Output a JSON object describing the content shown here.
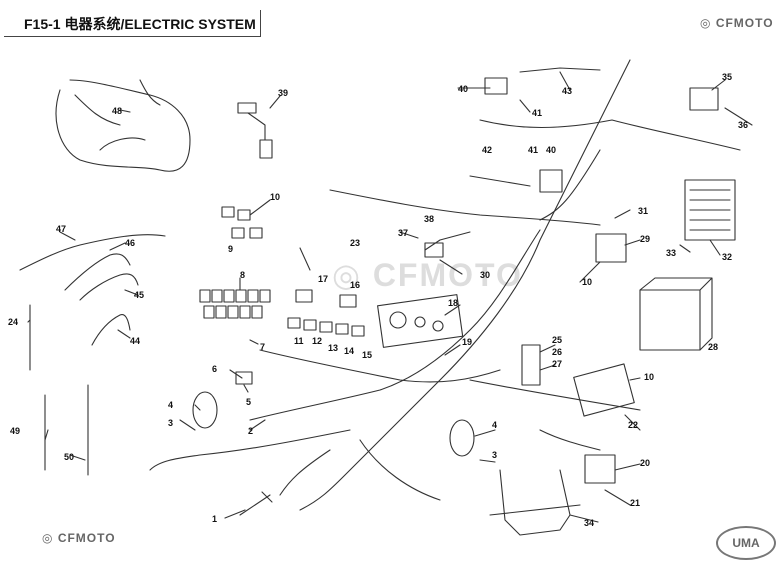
{
  "header": {
    "title": "F15-1 电器系统/ELECTRIC SYSTEM",
    "top_brand": "CFMOTO"
  },
  "footer": {
    "brand": "CFMOTO",
    "uma_logo": "UMA"
  },
  "watermark": "CFMOTO",
  "callouts": [
    "1",
    "2",
    "3",
    "4",
    "5",
    "6",
    "7",
    "8",
    "9",
    "10",
    "11",
    "12",
    "13",
    "14",
    "15",
    "16",
    "17",
    "18",
    "19",
    "20",
    "21",
    "22",
    "23",
    "24",
    "25",
    "26",
    "27",
    "28",
    "29",
    "30",
    "31",
    "32",
    "33",
    "35",
    "36",
    "37",
    "38",
    "39",
    "40",
    "41",
    "42",
    "43",
    "44",
    "45",
    "46",
    "47",
    "48",
    "49",
    "50",
    "34"
  ],
  "icons": {
    "brand_mark": "cfmoto-logo-icon",
    "uma": "uma-logo-icon"
  }
}
